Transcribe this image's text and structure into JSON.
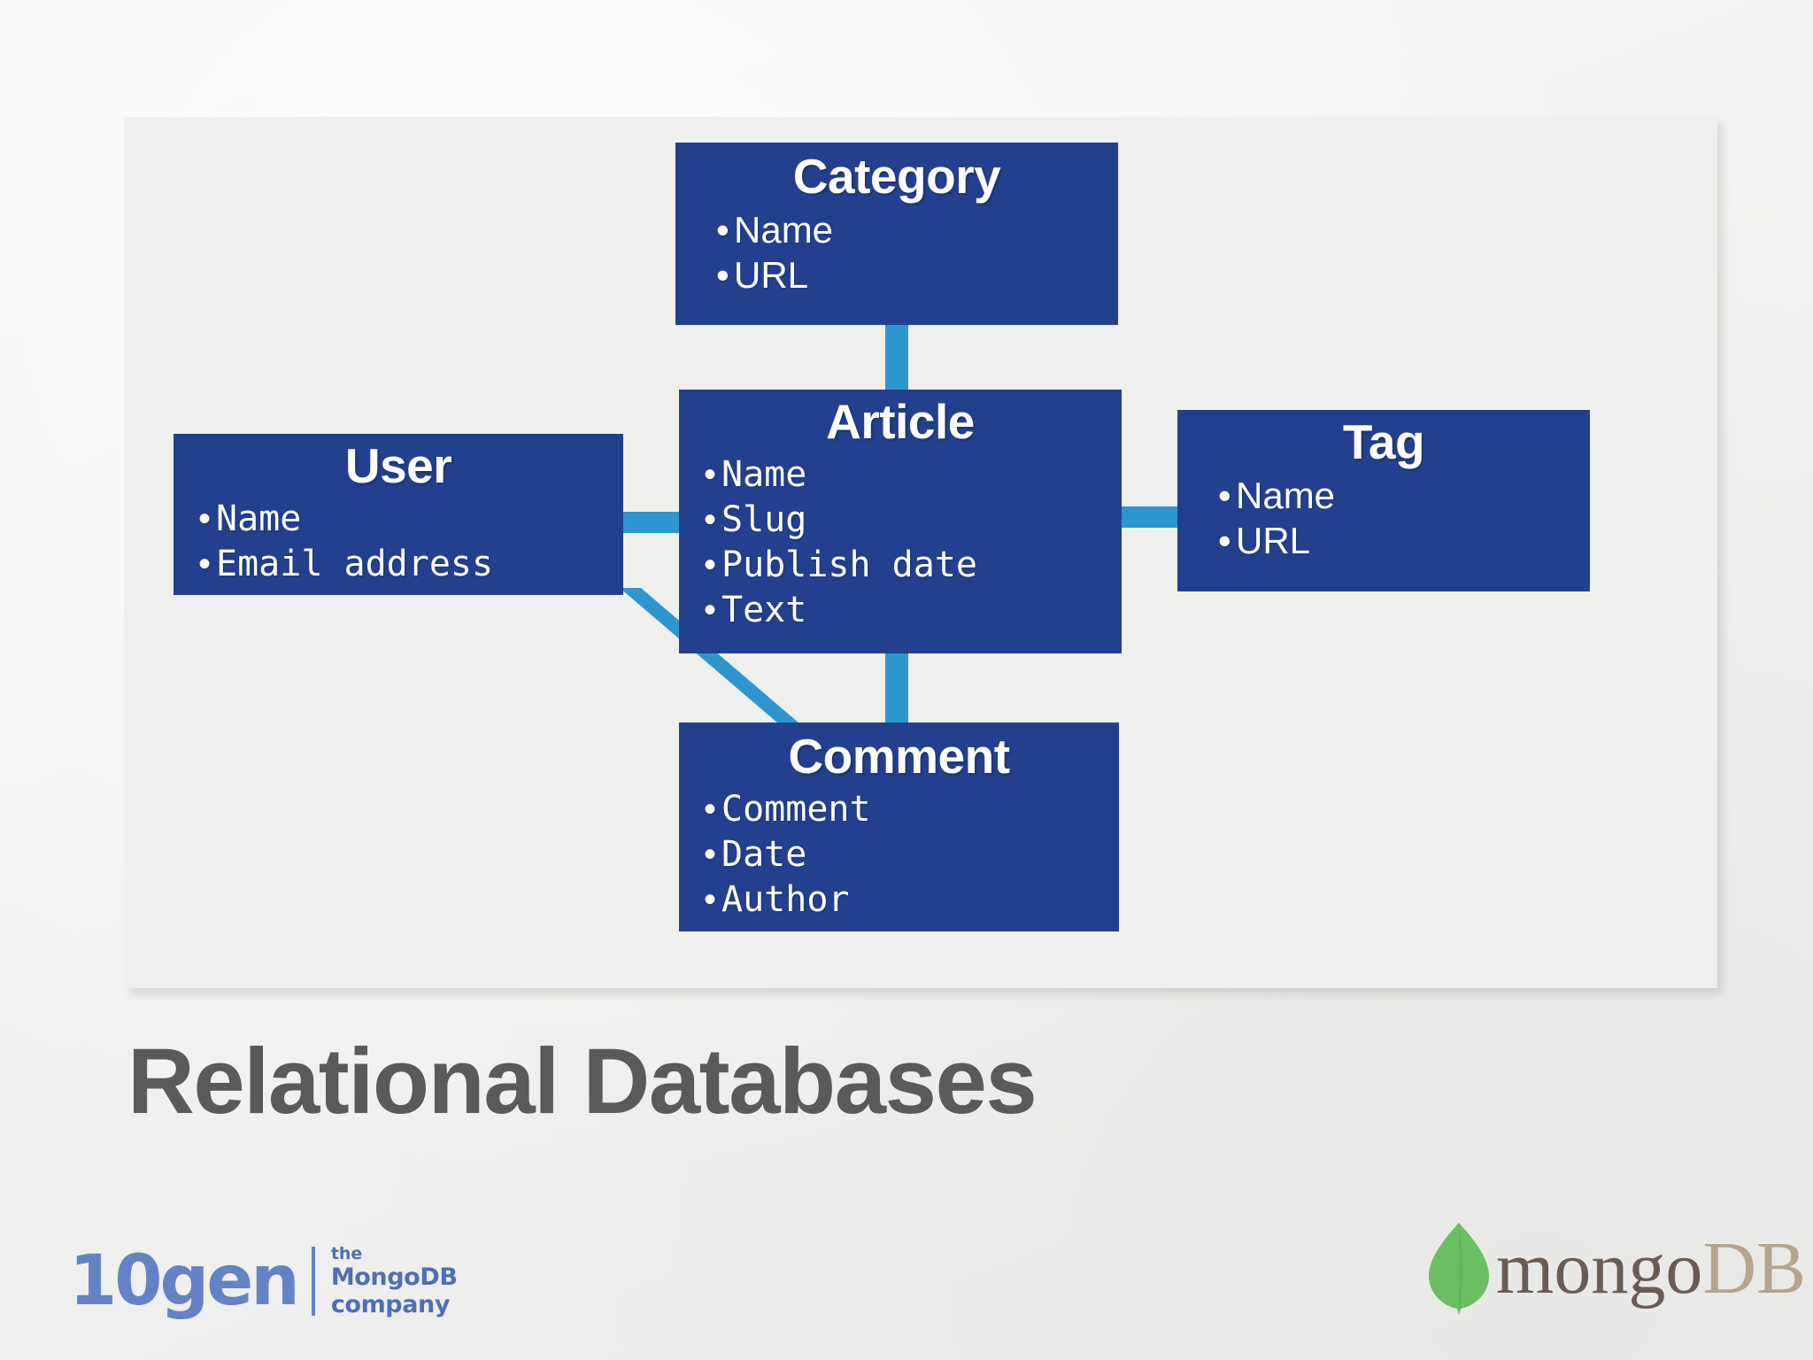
{
  "slide": {
    "title": "Relational Databases",
    "accent_color": "#2e96ce",
    "box_color": "#23408e",
    "title_color": "#5a5a5a",
    "panel_color": "#efefed",
    "background_color": "#f2f2f0"
  },
  "diagram": {
    "entities": [
      {
        "id": "category",
        "name": "Category",
        "fields": [
          "Name",
          "URL"
        ]
      },
      {
        "id": "article",
        "name": "Article",
        "fields": [
          "Name",
          "Slug",
          "Publish date",
          "Text"
        ]
      },
      {
        "id": "user",
        "name": "User",
        "fields": [
          "Name",
          "Email address"
        ]
      },
      {
        "id": "tag",
        "name": "Tag",
        "fields": [
          "Name",
          "URL"
        ]
      },
      {
        "id": "comment",
        "name": "Comment",
        "fields": [
          "Comment",
          "Date",
          "Author"
        ]
      }
    ],
    "relations": [
      {
        "from": "category",
        "to": "article",
        "style": "vertical"
      },
      {
        "from": "article",
        "to": "comment",
        "style": "vertical"
      },
      {
        "from": "user",
        "to": "article",
        "style": "horizontal"
      },
      {
        "from": "article",
        "to": "tag",
        "style": "horizontal"
      },
      {
        "from": "user",
        "to": "comment",
        "style": "diagonal"
      }
    ]
  },
  "footer": {
    "tengen": {
      "wordmark": "10gen",
      "tagline_line1": "the",
      "tagline_line2": "MongoDB",
      "tagline_line3": "company",
      "color": "#6383c4"
    },
    "mongodb": {
      "word_primary": "mongo",
      "word_secondary": "DB",
      "leaf_color": "#6cbe63",
      "primary_color": "#6a5b55",
      "secondary_color": "#b5a48e"
    }
  }
}
